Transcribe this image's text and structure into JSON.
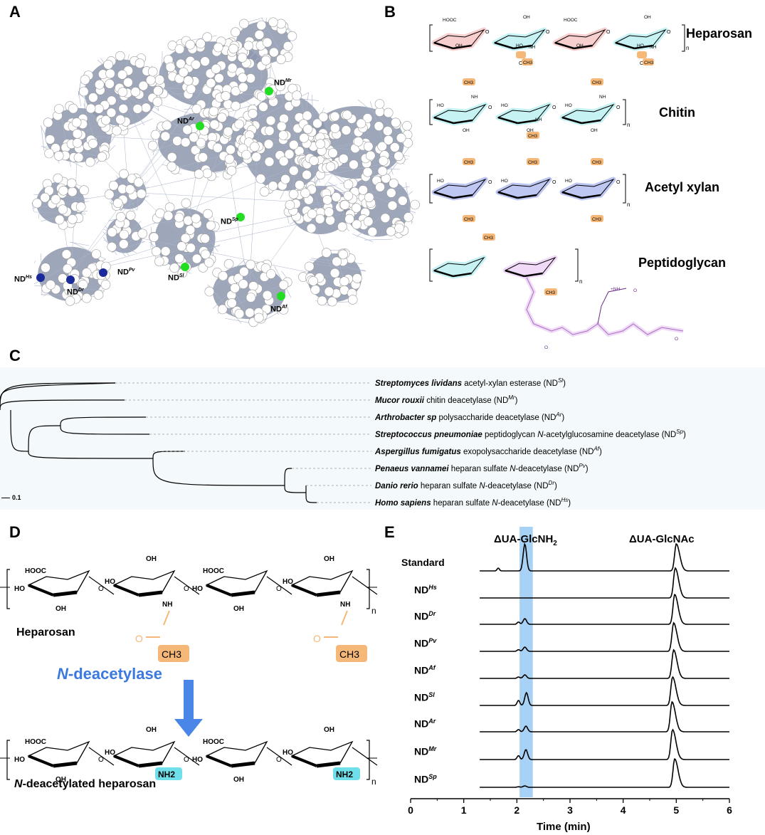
{
  "panels": {
    "a": "A",
    "b": "B",
    "c": "C",
    "d": "D",
    "e": "E"
  },
  "network": {
    "labels": [
      {
        "base": "ND",
        "sup": "Mr"
      },
      {
        "base": "ND",
        "sup": "Ar"
      },
      {
        "base": "ND",
        "sup": "Sp"
      },
      {
        "base": "ND",
        "sup": "Sl"
      },
      {
        "base": "ND",
        "sup": "Af"
      },
      {
        "base": "ND",
        "sup": "Hs"
      },
      {
        "base": "ND",
        "sup": "Dr"
      },
      {
        "base": "ND",
        "sup": "Pv"
      }
    ],
    "colors": {
      "edge": "#aab4cc",
      "node": "#ffffff",
      "node_stroke": "#9a9a9a",
      "highlight_green": "#22dd22",
      "highlight_blue": "#1a2a9a",
      "fill": "#8d97ad"
    }
  },
  "substrates": {
    "heparosan": "Heparosan",
    "chitin": "Chitin",
    "acetyl_xylan": "Acetyl xylan",
    "peptidoglycan": "Peptidoglycan",
    "n": "n",
    "hooc": "HOOC",
    "oh": "OH",
    "ho": "HO",
    "nh": "NH",
    "ch3": "CH",
    "o": "O"
  },
  "tree": {
    "scale": "0.1",
    "rows": [
      {
        "species": "Streptomyces lividans",
        "desc": " acetyl-xylan esterase (ND",
        "sup": "Sl",
        "end": ")"
      },
      {
        "species": "Mucor rouxii",
        "desc": " chitin deacetylase (ND",
        "sup": "Mr",
        "end": ")"
      },
      {
        "species": "Arthrobacter sp",
        "desc": " polysaccharide deacetylase (ND",
        "sup": "Ar",
        "end": ")"
      },
      {
        "species": "Streptococcus pneumoniae",
        "desc": " peptidoglycan ",
        "ital": "N",
        "desc2": "-acetylglucosamine deacetylase (ND",
        "sup": "Sp",
        "end": ")"
      },
      {
        "species": "Aspergillus fumigatus",
        "desc": " exopolysaccharide deacetylase (ND",
        "sup": "Af",
        "end": ")"
      },
      {
        "species": "Penaeus vannamei",
        "desc": " heparan sulfate ",
        "ital": "N",
        "desc2": "-deacetylase (ND",
        "sup": "Pv",
        "end": ")"
      },
      {
        "species": "Danio rerio",
        "desc": " heparan sulfate ",
        "ital": "N",
        "desc2": "-deacetylase (ND",
        "sup": "Dr",
        "end": ")"
      },
      {
        "species": "Homo sapiens",
        "desc": " heparan sulfate ",
        "ital": "N",
        "desc2": "-deacetylase (ND",
        "sup": "Hs",
        "end": ")"
      }
    ]
  },
  "reaction": {
    "substrate": "Heparosan",
    "enzyme_italic": "N",
    "enzyme": "-deacetylase",
    "product_italic": "N",
    "product": "-deacetylated heparosan",
    "nh2": "NH",
    "colors": {
      "acetyl": "#f5b878",
      "amine": "#6fe0ea",
      "arrow": "#4a86e8",
      "enzyme_text": "#3b78e0"
    }
  },
  "chromatogram": {
    "peak1": "ΔUA-GlcNH",
    "peak2": "ΔUA-GlcNAc",
    "xlabel": "Time (min)",
    "xticks": [
      "0",
      "1",
      "2",
      "3",
      "4",
      "5",
      "6"
    ],
    "traces": [
      {
        "base": "Standard",
        "sup": ""
      },
      {
        "base": "ND",
        "sup": "Hs"
      },
      {
        "base": "ND",
        "sup": "Dr"
      },
      {
        "base": "ND",
        "sup": "Pv"
      },
      {
        "base": "ND",
        "sup": "Af"
      },
      {
        "base": "ND",
        "sup": "Sl"
      },
      {
        "base": "ND",
        "sup": "Ar"
      },
      {
        "base": "ND",
        "sup": "Mr"
      },
      {
        "base": "ND",
        "sup": "Sp"
      }
    ],
    "highlight_color": "#a8d2f5"
  }
}
